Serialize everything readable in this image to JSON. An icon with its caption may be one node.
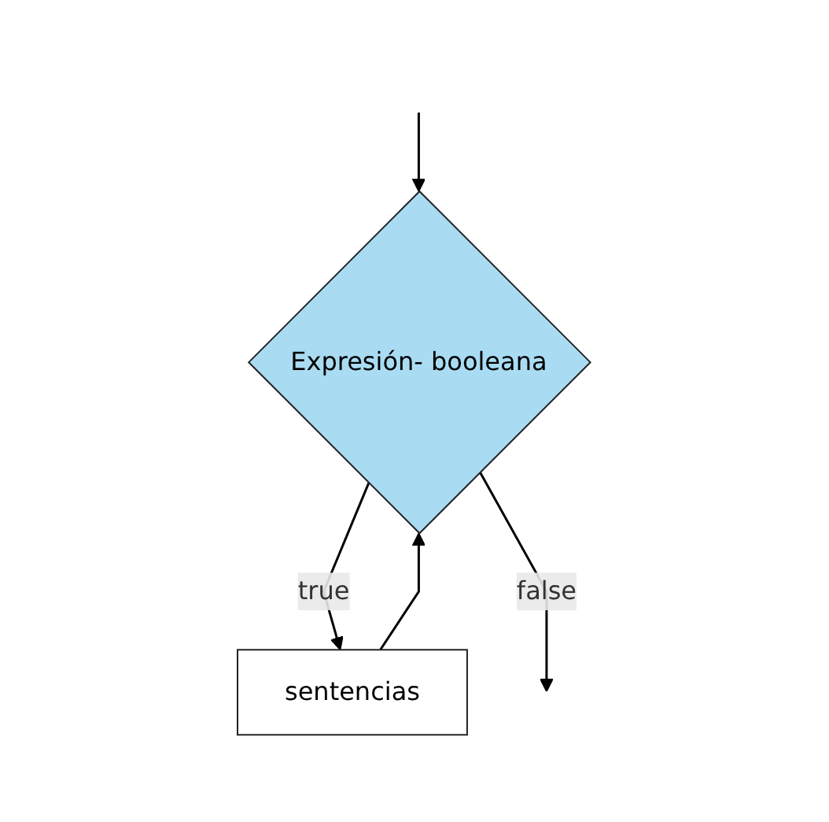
{
  "diagram": {
    "nodes": [
      {
        "text": [
          "Expresión- booleana"
        ]
      },
      {
        "text": [
          "sentencias"
        ]
      }
    ],
    "edges": [
      {
        "from": null,
        "to": 0,
        "arrow": "to"
      },
      {
        "from": 0,
        "to": 1,
        "label": "true",
        "arrow": "to"
      },
      {
        "from": 1,
        "to": 0,
        "arrow": "to"
      },
      {
        "from": 0,
        "to": null,
        "label": "false",
        "arrow": "to"
      }
    ]
  }
}
